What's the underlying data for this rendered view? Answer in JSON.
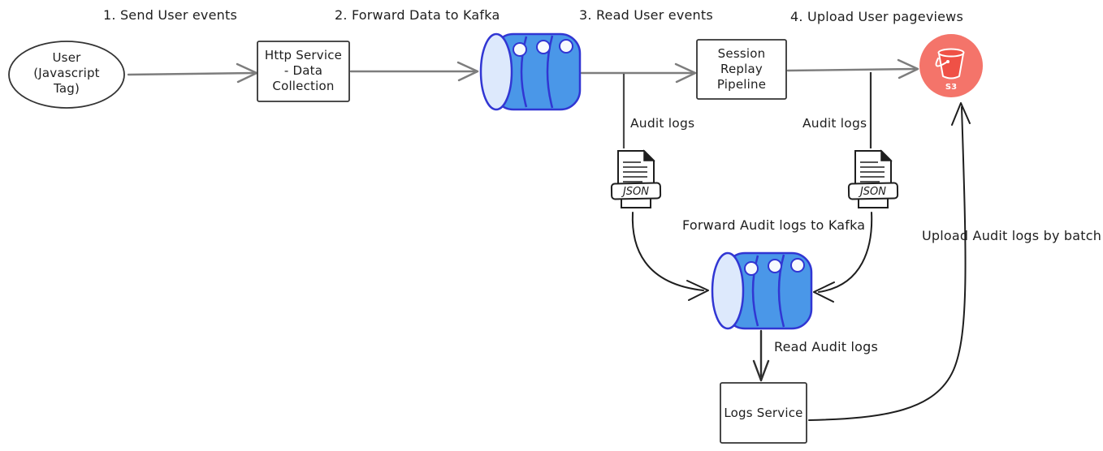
{
  "colors": {
    "background": "#ffffff",
    "ink": "#1e1e1e",
    "box_stroke": "#343434",
    "flow_arrow_gray": "#7d7d7d",
    "branch_line": "#4a4a4a",
    "kafka_body_blue": "#4a97e8",
    "kafka_face_light": "#dde9fc",
    "kafka_outline_indigo": "#3136d3",
    "kafka_dot_white": "#f7fafd",
    "s3_circle_red": "#f4746a",
    "s3_bucket_inner_red": "#ef5146",
    "s3_white": "#ffffff"
  },
  "labels": {
    "step1": "1. Send User events",
    "step2": "2. Forward Data to Kafka",
    "step3": "3. Read User events",
    "step4": "4. Upload User pageviews",
    "audit_logs_left": "Audit logs",
    "audit_logs_right": "Audit logs",
    "forward_audit": "Forward Audit logs to Kafka",
    "read_audit": "Read Audit logs",
    "upload_batch": "Upload Audit logs by batch"
  },
  "nodes": {
    "user": {
      "label": "User\n(Javascript\nTag)",
      "shape": "ellipse"
    },
    "http_service": {
      "label": "Http Service\n- Data\nCollection",
      "shape": "rectangle"
    },
    "kafka_events": {
      "icon": "kafka-cylinder-icon"
    },
    "session_replay": {
      "label": "Session\nReplay\nPipeline",
      "shape": "rectangle"
    },
    "s3": {
      "label": "S3",
      "icon": "s3-bucket-icon"
    },
    "json_file_left": {
      "label": "JSON",
      "icon": "json-file-icon"
    },
    "json_file_right": {
      "label": "JSON",
      "icon": "json-file-icon"
    },
    "kafka_audit": {
      "icon": "kafka-cylinder-icon"
    },
    "logs_service": {
      "label": "Logs Service",
      "shape": "rectangle"
    }
  }
}
